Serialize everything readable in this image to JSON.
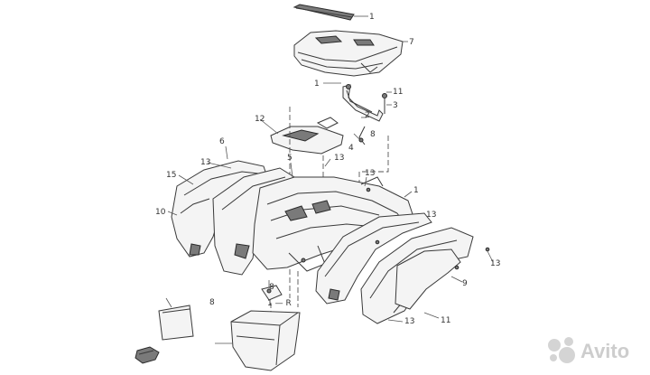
{
  "callouts": [
    {
      "id": "c-1-top",
      "text": "1"
    },
    {
      "id": "c-7",
      "text": "7"
    },
    {
      "id": "c-1-clip",
      "text": "1"
    },
    {
      "id": "c-11-top",
      "text": "11"
    },
    {
      "id": "c-3",
      "text": "3"
    },
    {
      "id": "c-2",
      "text": "2"
    },
    {
      "id": "c-8-top",
      "text": "8"
    },
    {
      "id": "c-4",
      "text": "4"
    },
    {
      "id": "c-12-left",
      "text": "12"
    },
    {
      "id": "c-6",
      "text": "6"
    },
    {
      "id": "c-13-left",
      "text": "13"
    },
    {
      "id": "c-15",
      "text": "15"
    },
    {
      "id": "c-10",
      "text": "10"
    },
    {
      "id": "c-5",
      "text": "5"
    },
    {
      "id": "c-13-mid",
      "text": "13"
    },
    {
      "id": "c-13-small",
      "text": "13"
    },
    {
      "id": "c-1-right",
      "text": "1"
    },
    {
      "id": "c-13-far",
      "text": "13"
    },
    {
      "id": "c-13-right",
      "text": "13"
    },
    {
      "id": "c-9",
      "text": "9"
    },
    {
      "id": "c-13-bottom",
      "text": "13"
    },
    {
      "id": "c-11-bottom",
      "text": "11"
    },
    {
      "id": "c-8-bottom",
      "text": "8"
    },
    {
      "id": "c-1-r",
      "text": "1 — R"
    },
    {
      "id": "c-8-box",
      "text": "8"
    }
  ],
  "watermark": {
    "text": "Avito",
    "icon": "avito-dots-logo"
  }
}
